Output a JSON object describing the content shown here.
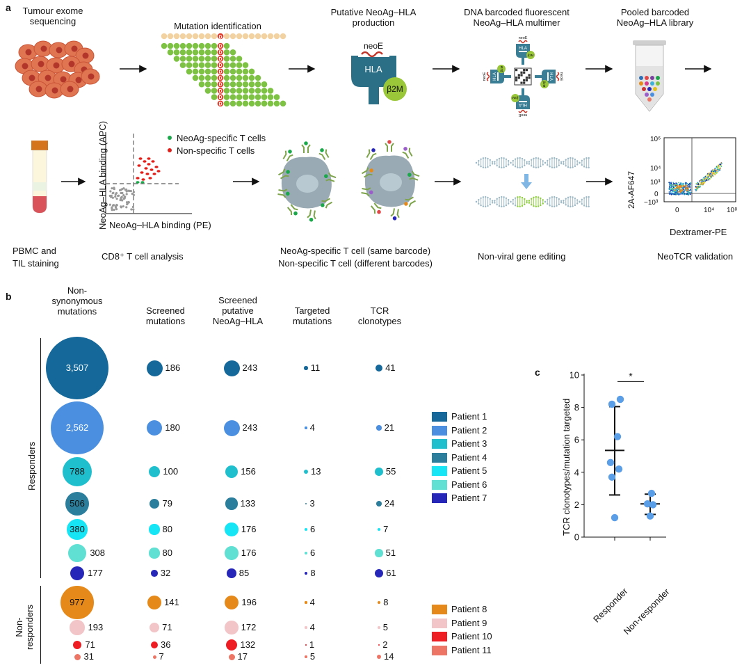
{
  "panel_a": {
    "letter": "a",
    "steps_top": [
      "Tumour exome\nsequencing",
      "Mutation identification",
      "Putative NeoAg–HLA\nproduction",
      "DNA barcoded fluorescent\nNeoAg–HLA multimer",
      "Pooled barcoded\nNeoAg–HLA library"
    ],
    "mutation_letter": "D",
    "neoE": "neoE",
    "hla": "HLA",
    "b2m": "β2M",
    "b2m_short": "β2M",
    "steps_bottom": [
      "PBMC and\nTIL staining",
      "CD8⁺ T cell analysis",
      "NeoAg-specific T cell (same barcode)\nNon-specific T cell (different barcodes)",
      "Non-viral gene editing",
      "NeoTCR validation"
    ],
    "flow": {
      "ylabel": "NeoAg–HLA binding (APC)",
      "xlabel": "NeoAg–HLA binding (PE)",
      "legend": [
        "NeoAg-specific T cells",
        "Non-specific T cells"
      ],
      "legend_colors": [
        "#1aa84a",
        "#e0201b"
      ]
    },
    "validation_plot": {
      "ylabel": "2A-AF647",
      "xlabel": "Dextramer-PE",
      "yticks": [
        "10⁶",
        "10⁴",
        "10³",
        "0",
        "−10³"
      ],
      "xticks": [
        "0",
        "10⁴",
        "10⁸"
      ]
    }
  },
  "panel_b": {
    "letter": "b",
    "headers": [
      "Non-\nsynonymous\nmutations",
      "Screened\nmutations",
      "Screened\nputative\nNeoAg–HLA",
      "Targeted\nmutations",
      "TCR\nclonotypes"
    ],
    "group_labels": {
      "responders": "Responders",
      "nonresponders": "Non-\nresponders"
    },
    "patients": [
      {
        "name": "Patient 1",
        "color": "#14689a",
        "values": [
          3507,
          186,
          243,
          11,
          41
        ],
        "labels": [
          "3,507",
          "186",
          "243",
          "11",
          "41"
        ]
      },
      {
        "name": "Patient 2",
        "color": "#4a8fe0",
        "values": [
          2562,
          180,
          243,
          4,
          21
        ],
        "labels": [
          "2,562",
          "180",
          "243",
          "4",
          "21"
        ]
      },
      {
        "name": "Patient 3",
        "color": "#1fbfce",
        "values": [
          788,
          100,
          156,
          13,
          55
        ],
        "labels": [
          "788",
          "100",
          "156",
          "13",
          "55"
        ]
      },
      {
        "name": "Patient 4",
        "color": "#2b7f9c",
        "values": [
          506,
          79,
          133,
          3,
          24
        ],
        "labels": [
          "506",
          "79",
          "133",
          "3",
          "24"
        ]
      },
      {
        "name": "Patient 5",
        "color": "#16e5f5",
        "values": [
          380,
          80,
          176,
          6,
          7
        ],
        "labels": [
          "380",
          "80",
          "176",
          "6",
          "7"
        ]
      },
      {
        "name": "Patient 6",
        "color": "#5fe0d2",
        "values": [
          308,
          80,
          176,
          6,
          51
        ],
        "labels": [
          "308",
          "80",
          "176",
          "6",
          "51"
        ]
      },
      {
        "name": "Patient 7",
        "color": "#2626b8",
        "values": [
          177,
          32,
          85,
          8,
          61
        ],
        "labels": [
          "177",
          "32",
          "85",
          "8",
          "61"
        ]
      },
      {
        "name": "Patient 8",
        "color": "#e58a1a",
        "values": [
          977,
          141,
          196,
          4,
          8
        ],
        "labels": [
          "977",
          "141",
          "196",
          "4",
          "8"
        ]
      },
      {
        "name": "Patient 9",
        "color": "#f2c6c8",
        "values": [
          193,
          71,
          172,
          4,
          5
        ],
        "labels": [
          "193",
          "71",
          "172",
          "4",
          "5"
        ]
      },
      {
        "name": "Patient 10",
        "color": "#ee1d24",
        "values": [
          71,
          36,
          132,
          1,
          2
        ],
        "labels": [
          "71",
          "36",
          "132",
          "1",
          "2"
        ]
      },
      {
        "name": "Patient 11",
        "color": "#ec7565",
        "values": [
          31,
          7,
          17,
          5,
          14
        ],
        "labels": [
          "31",
          "7",
          "17",
          "5",
          "14"
        ]
      }
    ]
  },
  "panel_c": {
    "letter": "c",
    "significance": "*",
    "chart_data": {
      "type": "scatter",
      "ylabel": "TCR clonotypes/mutation targeted",
      "categories": [
        "Responder",
        "Non-responder"
      ],
      "ylim": [
        0,
        10
      ],
      "yticks": [
        "0",
        "2",
        "4",
        "6",
        "8",
        "10"
      ],
      "point_color": "#5b9ee8",
      "series": [
        {
          "category": "Responder",
          "values": [
            8.5,
            8.2,
            6.2,
            4.6,
            4.2,
            3.7,
            1.2
          ],
          "mean": 5.35,
          "sd_low": 2.6,
          "sd_high": 8.05
        },
        {
          "category": "Non-responder",
          "values": [
            2.7,
            2.05,
            2.0,
            1.3
          ],
          "mean": 2.05,
          "sd_low": 1.4,
          "sd_high": 2.65
        }
      ]
    }
  }
}
